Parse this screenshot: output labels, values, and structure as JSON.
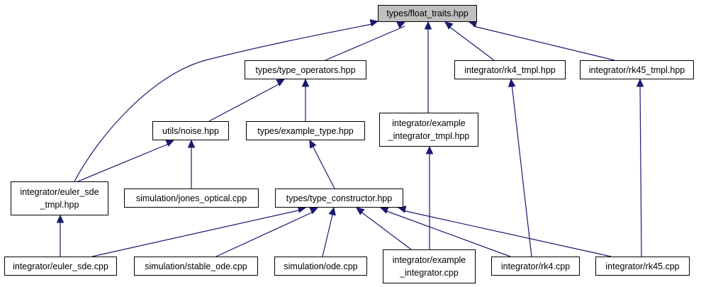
{
  "colors": {
    "edge": "#191970",
    "root_fill": "#bfbfbf",
    "node_fill": "#ffffff",
    "border": "#000000"
  },
  "nodes": {
    "float_traits": "types/float_traits.hpp",
    "type_operators": "types/type_operators.hpp",
    "rk4_tmpl": "integrator/rk4_tmpl.hpp",
    "rk45_tmpl": "integrator/rk45_tmpl.hpp",
    "noise": "utils/noise.hpp",
    "example_type": "types/example_type.hpp",
    "example_integrator_tmpl": "integrator/example\n_integrator_tmpl.hpp",
    "euler_sde_tmpl": "integrator/euler_sde\n_tmpl.hpp",
    "jones_optical": "simulation/jones_optical.cpp",
    "type_constructor": "types/type_constructor.hpp",
    "euler_sde_cpp": "integrator/euler_sde.cpp",
    "stable_ode": "simulation/stable_ode.cpp",
    "ode": "simulation/ode.cpp",
    "example_integrator_cpp": "integrator/example\n_integrator.cpp",
    "rk4_cpp": "integrator/rk4.cpp",
    "rk45_cpp": "integrator/rk45.cpp"
  },
  "edges": [
    [
      "type_operators",
      "float_traits"
    ],
    [
      "rk4_tmpl",
      "float_traits"
    ],
    [
      "rk45_tmpl",
      "float_traits"
    ],
    [
      "example_integrator_tmpl",
      "float_traits"
    ],
    [
      "euler_sde_tmpl",
      "float_traits"
    ],
    [
      "noise",
      "type_operators"
    ],
    [
      "example_type",
      "type_operators"
    ],
    [
      "euler_sde_tmpl",
      "noise"
    ],
    [
      "jones_optical",
      "noise"
    ],
    [
      "type_constructor",
      "example_type"
    ],
    [
      "euler_sde_cpp",
      "euler_sde_tmpl"
    ],
    [
      "example_integrator_cpp",
      "example_integrator_tmpl"
    ],
    [
      "rk4_cpp",
      "rk4_tmpl"
    ],
    [
      "rk45_cpp",
      "rk45_tmpl"
    ],
    [
      "euler_sde_cpp",
      "type_constructor"
    ],
    [
      "stable_ode",
      "type_constructor"
    ],
    [
      "ode",
      "type_constructor"
    ],
    [
      "example_integrator_cpp",
      "type_constructor"
    ],
    [
      "rk4_cpp",
      "type_constructor"
    ],
    [
      "rk45_cpp",
      "type_constructor"
    ]
  ]
}
